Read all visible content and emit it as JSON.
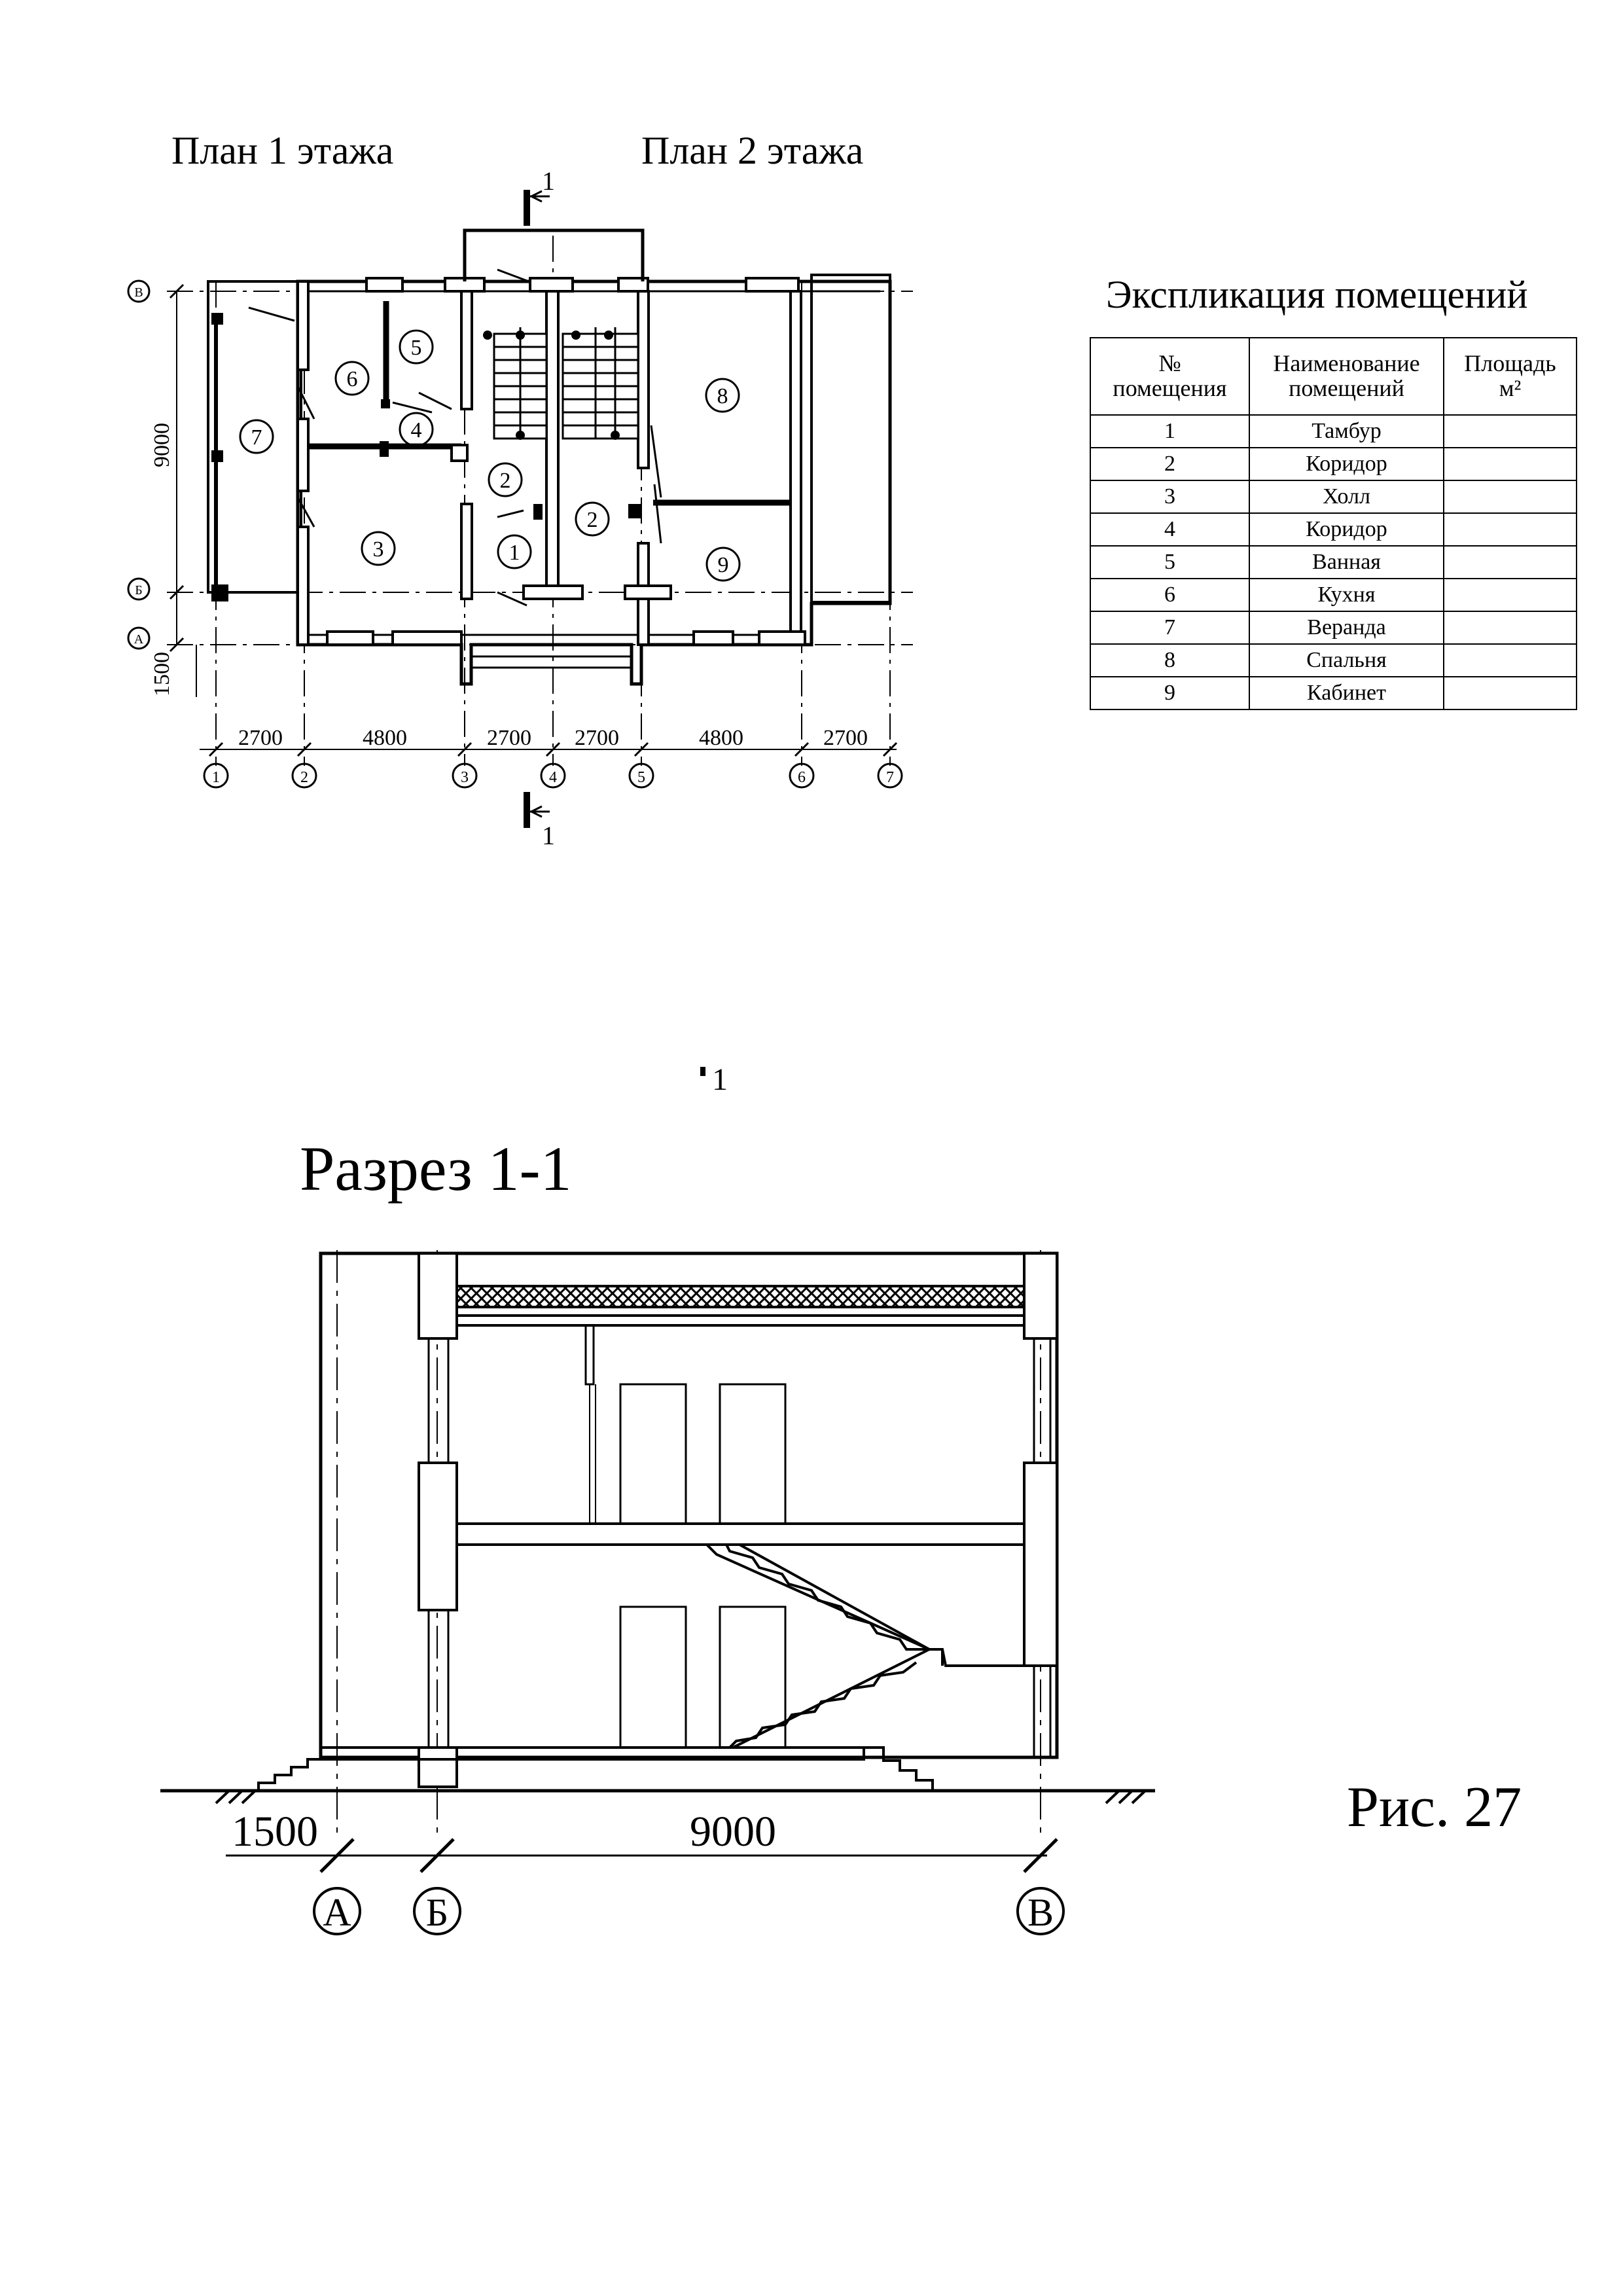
{
  "plans": {
    "plan1_title": "План 1 этажа",
    "plan2_title": "План 2 этажа",
    "cut_mark": "1",
    "axes_letters": [
      "В",
      "Б",
      "А"
    ],
    "axes_numbers": [
      "1",
      "2",
      "3",
      "4",
      "5",
      "6",
      "7"
    ],
    "dims_bottom": [
      "2700",
      "4800",
      "2700",
      "2700",
      "4800",
      "2700"
    ],
    "dim_vertical_main": "9000",
    "dim_vertical_small": "1500",
    "rooms_plan1": [
      "7",
      "6",
      "5",
      "4",
      "3",
      "2",
      "1"
    ],
    "rooms_plan2": [
      "8",
      "2",
      "9"
    ]
  },
  "explication": {
    "title": "Экспликация помещений",
    "headers": [
      "№\nпомещения",
      "Наименование\nпомещений",
      "Площадь\nм²"
    ],
    "rows": [
      [
        "1",
        "Тамбур",
        ""
      ],
      [
        "2",
        "Коридор",
        ""
      ],
      [
        "3",
        "Холл",
        ""
      ],
      [
        "4",
        "Коридор",
        ""
      ],
      [
        "5",
        "Ванная",
        ""
      ],
      [
        "6",
        "Кухня",
        ""
      ],
      [
        "7",
        "Веранда",
        ""
      ],
      [
        "8",
        "Спальня",
        ""
      ],
      [
        "9",
        "Кабинет",
        ""
      ]
    ]
  },
  "section": {
    "stray_mark": "1",
    "title": "Разрез 1-1",
    "dim_left": "1500",
    "dim_main": "9000",
    "axes": [
      "А",
      "Б",
      "В"
    ]
  },
  "figure_label": "Рис. 27"
}
